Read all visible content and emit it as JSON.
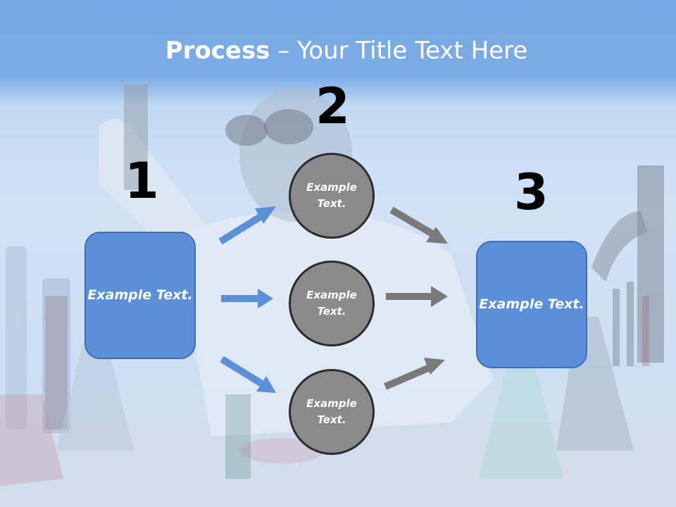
{
  "title": {
    "bold": "Process",
    "rest": " – Your Title Text Here"
  },
  "steps": {
    "one": {
      "number": "1",
      "text": "Example Text."
    },
    "two": {
      "number": "2"
    },
    "three": {
      "number": "3",
      "text": "Example Text."
    }
  },
  "circles": [
    {
      "text": "Example Text."
    },
    {
      "text": "Example Text."
    },
    {
      "text": "Example Text."
    }
  ],
  "colors": {
    "header": "#3f86d9",
    "box": "#5b8fd8",
    "circle": "#8a8a8a",
    "blue_arrow": "#5b8fd8",
    "gray_arrow": "#7a7a7a"
  },
  "background": "lab-scientist-photo"
}
